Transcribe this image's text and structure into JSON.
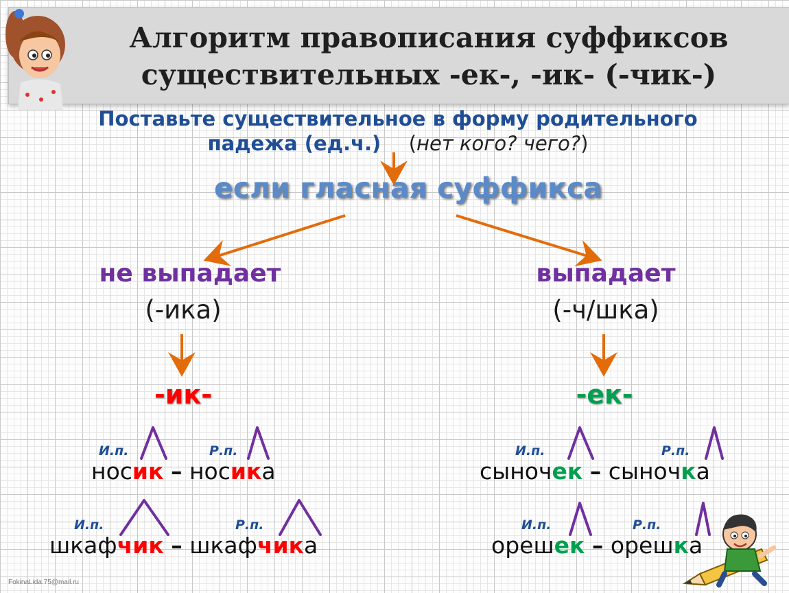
{
  "title": "Алгоритм правописания суффиксов\nсуществительных -ек-, -ик- (-чик-)",
  "instruction": {
    "line1": "Поставьте существительное в форму родительного",
    "line2_bold": "падежа (ед.ч.)",
    "open_paren": "(",
    "question": "нет кого? чего?",
    "close_paren": ")"
  },
  "condition": "если гласная суффикса",
  "left_branch": {
    "label": "не выпадает",
    "ending": "(-ика)",
    "suffix": "-ик-",
    "examples": [
      {
        "case_nom": "И.п.",
        "case_gen": "Р.п.",
        "nom_stem": "нос",
        "nom_suffix": "ик",
        "dash": "–",
        "gen_stem": "нос",
        "gen_suffix": "ик",
        "gen_ending": "а"
      },
      {
        "case_nom": "И.п.",
        "case_gen": "Р.п.",
        "nom_stem": "шкаф",
        "nom_suffix": "чик",
        "dash": "–",
        "gen_stem": "шкаф",
        "gen_suffix": "чик",
        "gen_ending": "а"
      }
    ]
  },
  "right_branch": {
    "label": "выпадает",
    "ending": "(-ч/шка)",
    "suffix": "-ек-",
    "examples": [
      {
        "case_nom": "И.п.",
        "case_gen": "Р.п.",
        "nom_stem": "сыноч",
        "nom_suffix": "ек",
        "dash": "–",
        "gen_stem": "сыноч",
        "gen_suffix": "к",
        "gen_ending": "а"
      },
      {
        "case_nom": "И.п.",
        "case_gen": "Р.п.",
        "nom_stem": "ореш",
        "nom_suffix": "ек",
        "dash": "–",
        "gen_stem": "ореш",
        "gen_suffix": "к",
        "gen_ending": "а"
      }
    ]
  },
  "footer": "FokinaLida.75@mail.ru",
  "colors": {
    "title_bar": "#d9d9d9",
    "instruction": "#1f4e96",
    "condition": "#5b8ac9",
    "branch_label": "#7030a0",
    "suffix_left": "#ff0000",
    "suffix_right": "#00a050",
    "arrows": "#e36c0a",
    "suffix_marks": "#7030a0"
  },
  "icons": [
    "girl-mascot-icon",
    "boy-with-pencil-icon"
  ]
}
